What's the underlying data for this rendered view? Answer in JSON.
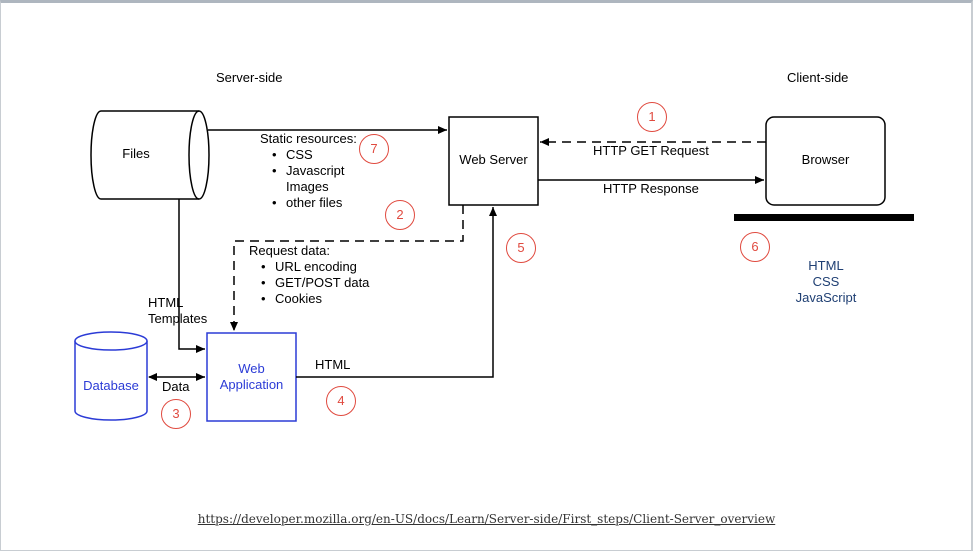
{
  "headings": {
    "server_side": "Server-side",
    "client_side": "Client-side"
  },
  "nodes": {
    "files": "Files",
    "web_server": "Web Server",
    "browser": "Browser",
    "database": "Database",
    "web_app_line1": "Web",
    "web_app_line2": "Application"
  },
  "static_resources": {
    "title": "Static resources:",
    "items": [
      "CSS",
      "Javascript",
      "Images",
      "other files"
    ]
  },
  "request_data": {
    "title": "Request data:",
    "items": [
      "URL encoding",
      "GET/POST data",
      "Cookies"
    ]
  },
  "edges": {
    "http_get": "HTTP GET Request",
    "http_response": "HTTP Response",
    "html_templates_1": "HTML",
    "html_templates_2": "Templates",
    "data": "Data",
    "html": "HTML"
  },
  "client_tech": [
    "HTML",
    "CSS",
    "JavaScript"
  ],
  "steps": [
    "1",
    "2",
    "3",
    "4",
    "5",
    "6",
    "7"
  ],
  "footer_url": "https://developer.mozilla.org/en-US/docs/Learn/Server-side/First_steps/Client-Server_overview",
  "colors": {
    "step_circle": "#e04a3f",
    "web_app": "#2b3bd6",
    "client_tech": "#1f3f73"
  }
}
